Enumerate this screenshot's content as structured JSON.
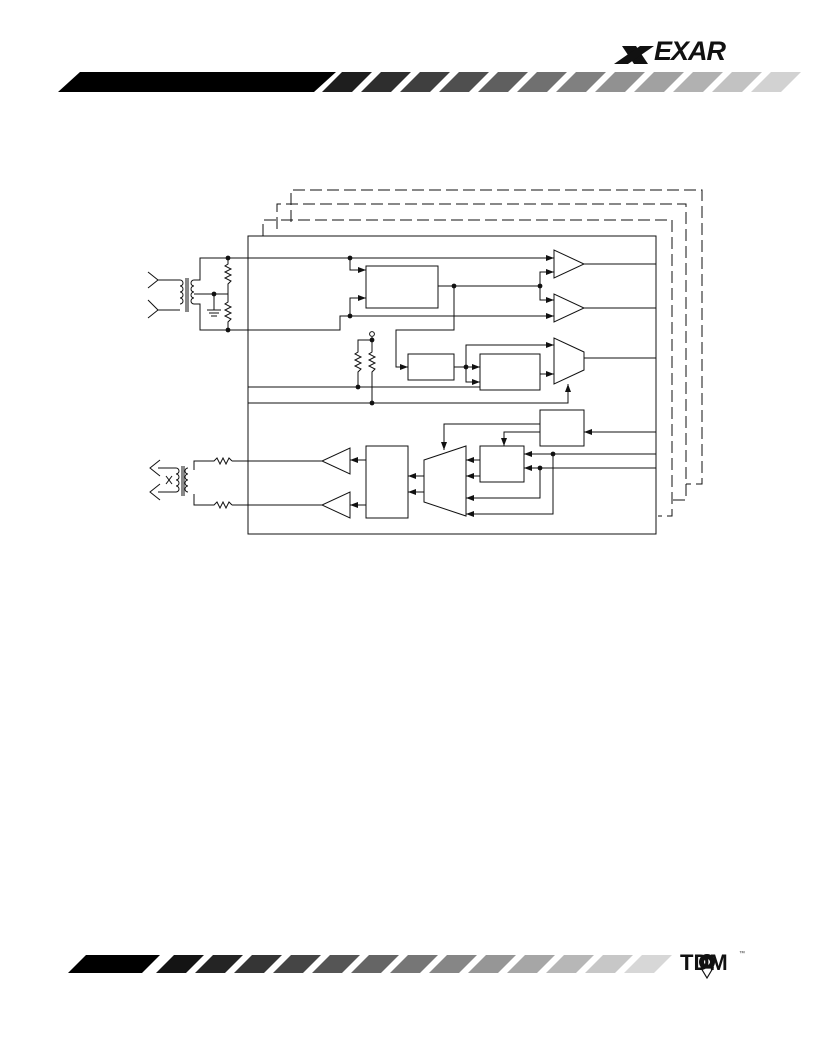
{
  "header": {
    "brand": "EXAR"
  },
  "footer": {
    "brand": "TDM",
    "trademark": "™"
  },
  "colors": {
    "ink": "#111111",
    "stripe_dark": "#000000",
    "stripe_light": "#cfcfcf"
  },
  "figure": {
    "type": "block-diagram",
    "channels_stacked": 4
  }
}
